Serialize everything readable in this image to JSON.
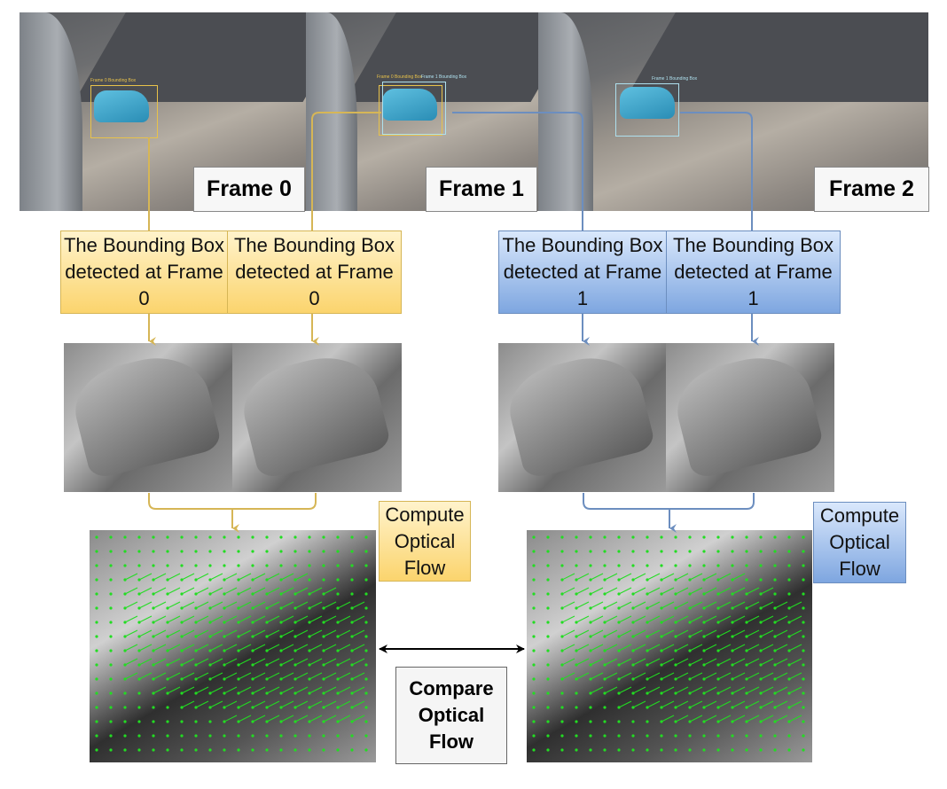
{
  "frames": [
    {
      "label": "Frame 0",
      "bbox_label": "Frame 0 Bounding Box"
    },
    {
      "label": "Frame 1",
      "bbox_label": "Frame 1 Bounding Box",
      "bbox_label_prev": "Frame 0 Bounding Box"
    },
    {
      "label": "Frame 2",
      "bbox_label": "Frame 1 Bounding Box"
    }
  ],
  "boxes": {
    "yellow_left": "The Bounding Box detected at Frame 0",
    "yellow_right": "The Bounding Box detected at Frame 0",
    "blue_left": "The Bounding Box detected at Frame 1",
    "blue_right": "The Bounding Box detected at Frame 1"
  },
  "compute_left": "Compute Optical Flow",
  "compute_right": "Compute Optical Flow",
  "compare": "Compare Optical Flow",
  "colors": {
    "yellow": "#d6b656",
    "blue": "#6c8ebf",
    "flow": "#22dd22"
  }
}
